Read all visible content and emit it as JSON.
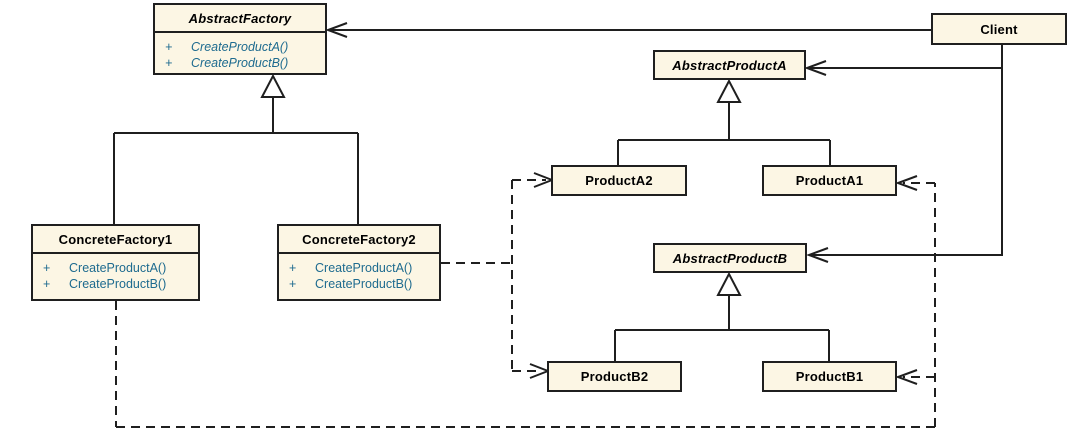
{
  "colors": {
    "box_fill": "#FCF6E4",
    "box_border": "#1F1F1F",
    "method_text": "#1E6B8F",
    "title_text": "#000000",
    "background": "#FFFFFF"
  },
  "classes": {
    "abstract_factory": {
      "name": "AbstractFactory",
      "stereotype": "abstract",
      "methods": [
        {
          "visibility": "+",
          "signature": "CreateProductA()"
        },
        {
          "visibility": "+",
          "signature": "CreateProductB()"
        }
      ]
    },
    "concrete_factory1": {
      "name": "ConcreteFactory1",
      "methods": [
        {
          "visibility": "+",
          "signature": "CreateProductA()"
        },
        {
          "visibility": "+",
          "signature": "CreateProductB()"
        }
      ]
    },
    "concrete_factory2": {
      "name": "ConcreteFactory2",
      "methods": [
        {
          "visibility": "+",
          "signature": "CreateProductA()"
        },
        {
          "visibility": "+",
          "signature": "CreateProductB()"
        }
      ]
    },
    "client": {
      "name": "Client"
    },
    "abstract_product_a": {
      "name": "AbstractProductA",
      "stereotype": "abstract"
    },
    "product_a2": {
      "name": "ProductA2"
    },
    "product_a1": {
      "name": "ProductA1"
    },
    "abstract_product_b": {
      "name": "AbstractProductB",
      "stereotype": "abstract"
    },
    "product_b2": {
      "name": "ProductB2"
    },
    "product_b1": {
      "name": "ProductB1"
    }
  },
  "relationships": [
    {
      "from": "Client",
      "to": "AbstractFactory",
      "type": "association-open-arrow",
      "style": "solid"
    },
    {
      "from": "Client",
      "to": "AbstractProductA",
      "type": "association-open-arrow",
      "style": "solid"
    },
    {
      "from": "Client",
      "to": "AbstractProductB",
      "type": "association-open-arrow",
      "style": "solid"
    },
    {
      "from": "ConcreteFactory1",
      "to": "AbstractFactory",
      "type": "generalization",
      "style": "solid"
    },
    {
      "from": "ConcreteFactory2",
      "to": "AbstractFactory",
      "type": "generalization",
      "style": "solid"
    },
    {
      "from": "ProductA2",
      "to": "AbstractProductA",
      "type": "generalization",
      "style": "solid"
    },
    {
      "from": "ProductA1",
      "to": "AbstractProductA",
      "type": "generalization",
      "style": "solid"
    },
    {
      "from": "ProductB2",
      "to": "AbstractProductB",
      "type": "generalization",
      "style": "solid"
    },
    {
      "from": "ProductB1",
      "to": "AbstractProductB",
      "type": "generalization",
      "style": "solid"
    },
    {
      "from": "ConcreteFactory2",
      "to": "ProductA2",
      "type": "dependency-open-arrow",
      "style": "dashed"
    },
    {
      "from": "ConcreteFactory2",
      "to": "ProductB2",
      "type": "dependency-open-arrow",
      "style": "dashed"
    },
    {
      "from": "ConcreteFactory1",
      "to": "ProductA1",
      "type": "dependency-open-arrow",
      "style": "dashed"
    },
    {
      "from": "ConcreteFactory1",
      "to": "ProductB1",
      "type": "dependency-open-arrow",
      "style": "dashed"
    }
  ]
}
